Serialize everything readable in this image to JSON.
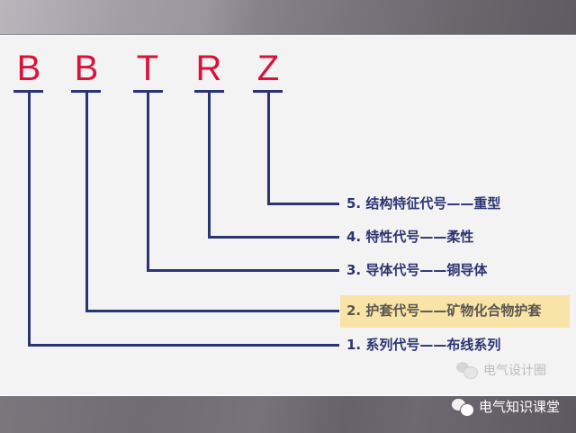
{
  "diagram": {
    "title_letters": [
      "B",
      "B",
      "T",
      "R",
      "Z"
    ],
    "colors": {
      "letters": "#d9123a",
      "lines": "#2b3576",
      "label_text": "#2b3472",
      "highlight_bg": "#f8e4a6",
      "highlight_text": "#5b5651"
    },
    "items": [
      {
        "index": 1,
        "letter": "B",
        "label": "1. 系列代号——布线系列",
        "highlighted": false
      },
      {
        "index": 2,
        "letter": "B",
        "label": "2. 护套代号——矿物化合物护套",
        "highlighted": true
      },
      {
        "index": 3,
        "letter": "T",
        "label": "3. 导体代号——铜导体",
        "highlighted": false
      },
      {
        "index": 4,
        "letter": "R",
        "label": "4. 特性代号——柔性",
        "highlighted": false
      },
      {
        "index": 5,
        "letter": "Z",
        "label": "5. 结构特征代号——重型",
        "highlighted": false
      }
    ]
  },
  "watermarks": {
    "faint": {
      "icon": "wechat-icon",
      "text": "电气设计圈"
    },
    "bottom": {
      "icon": "wechat-icon",
      "text": "电气知识课堂"
    }
  }
}
